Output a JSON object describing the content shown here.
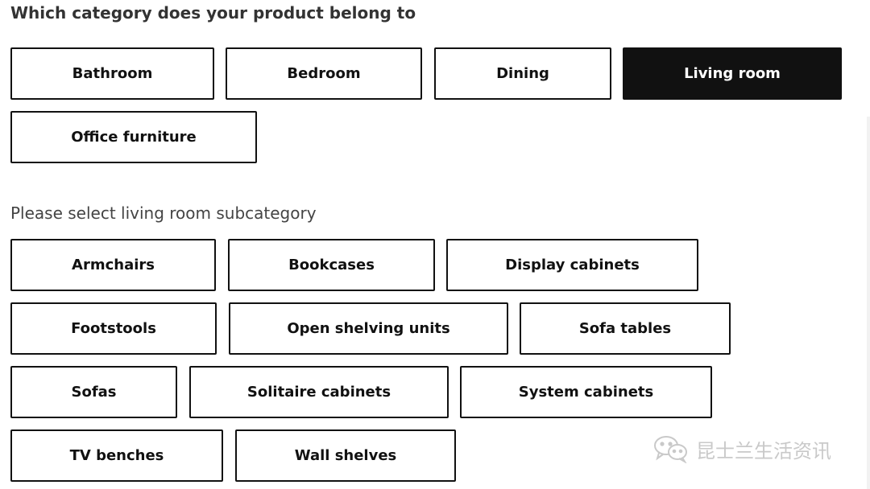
{
  "category": {
    "title": "Which category does your product belong to",
    "options": [
      {
        "label": "Bathroom",
        "selected": false
      },
      {
        "label": "Bedroom",
        "selected": false
      },
      {
        "label": "Dining",
        "selected": false
      },
      {
        "label": "Living room",
        "selected": true
      },
      {
        "label": "Office furniture",
        "selected": false
      }
    ]
  },
  "subcategory": {
    "title": "Please select living room subcategory",
    "options": [
      {
        "label": "Armchairs"
      },
      {
        "label": "Bookcases"
      },
      {
        "label": "Display cabinets"
      },
      {
        "label": "Footstools"
      },
      {
        "label": "Open shelving units"
      },
      {
        "label": "Sofa tables"
      },
      {
        "label": "Sofas"
      },
      {
        "label": "Solitaire cabinets"
      },
      {
        "label": "System cabinets"
      },
      {
        "label": "TV benches"
      },
      {
        "label": "Wall shelves"
      }
    ]
  },
  "watermark": {
    "text": "昆士兰生活资讯",
    "icon": "wechat-icon"
  },
  "colors": {
    "selected_bg": "#111111",
    "selected_text": "#ffffff",
    "border": "#111111"
  }
}
